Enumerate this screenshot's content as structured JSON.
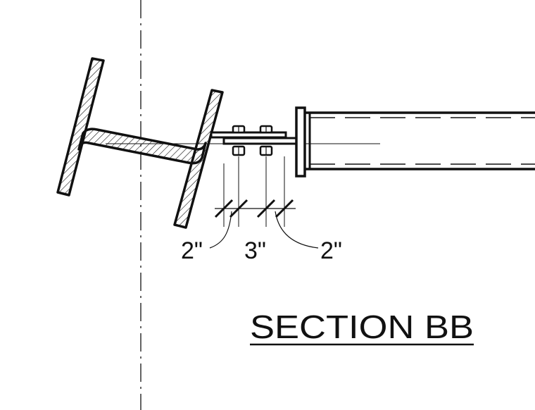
{
  "drawing": {
    "title": "SECTION BB",
    "dimensions": [
      {
        "id": "left-edge",
        "label": "2\""
      },
      {
        "id": "bolt-spacing",
        "label": "3\""
      },
      {
        "id": "right-edge",
        "label": "2\""
      }
    ],
    "line_color": "#111111",
    "background": "#ffffff"
  }
}
